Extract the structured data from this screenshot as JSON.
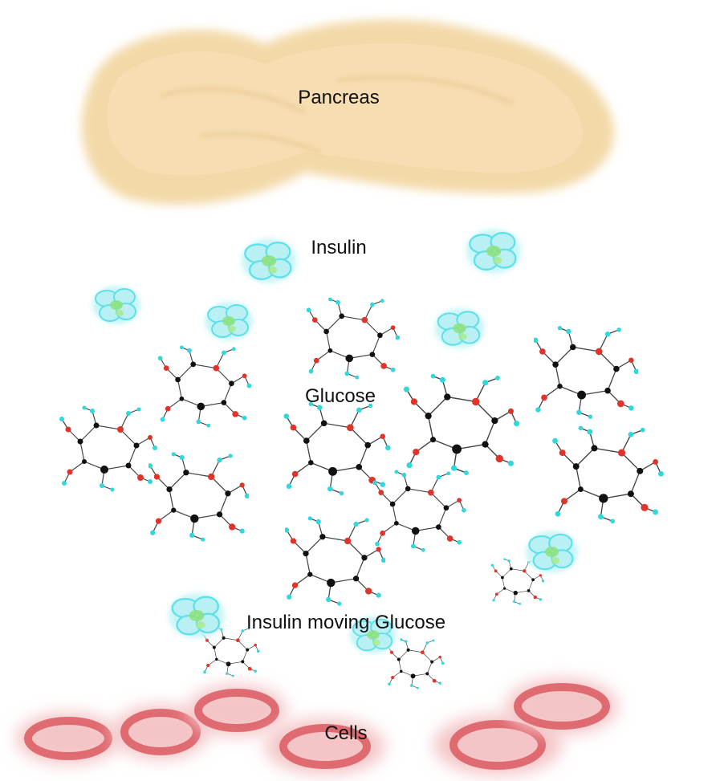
{
  "labels": {
    "pancreas": "Pancreas",
    "insulin": "Insulin",
    "glucose": "Glucose",
    "insulin_moving_glucose": "Insulin moving Glucose",
    "cells": "Cells"
  },
  "colors": {
    "pancreas_fill": "#f3d9a8",
    "pancreas_shade": "#e8c48a",
    "insulin_cyan": "#6fe6ee",
    "insulin_green": "#8fe07a",
    "glucose_carbon": "#111111",
    "glucose_oxygen": "#e0342a",
    "glucose_hydrogen": "#2fd8dc",
    "cell_red": "#d9535a",
    "cell_glow": "#f4c4c6"
  },
  "icons": [
    "pancreas-organ",
    "insulin-molecule",
    "glucose-molecule",
    "cell"
  ]
}
